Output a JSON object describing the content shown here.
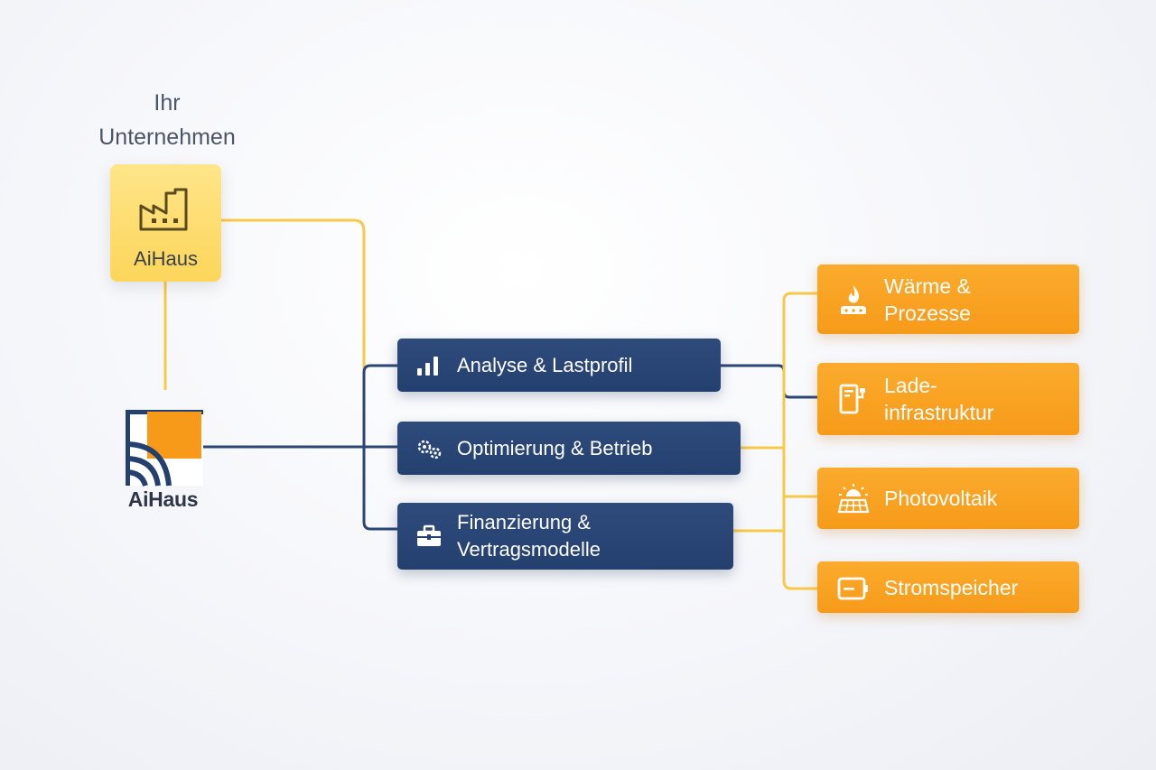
{
  "company": {
    "title_line1": "Ihr",
    "title_line2": "Unternehmen",
    "card_name": "AiHaus"
  },
  "provider": {
    "logo_name": "AiHaus"
  },
  "services": [
    {
      "label_line1": "Analyse & Lastprofil",
      "label_line2": "",
      "icon": "bar-chart-icon"
    },
    {
      "label_line1": "Optimierung & Betrieb",
      "label_line2": "",
      "icon": "gears-icon"
    },
    {
      "label_line1": "Finanzierung &",
      "label_line2": "Vertragsmodelle",
      "icon": "briefcase-icon"
    }
  ],
  "outcomes": [
    {
      "label_line1": "Wärme &",
      "label_line2": "Prozesse",
      "icon": "flame-burner-icon"
    },
    {
      "label_line1": "Lade-",
      "label_line2": "infrastruktur",
      "icon": "charging-station-icon"
    },
    {
      "label_line1": "Photovoltaik",
      "label_line2": "",
      "icon": "solar-panel-icon"
    },
    {
      "label_line1": "Stromspeicher",
      "label_line2": "",
      "icon": "battery-icon"
    }
  ],
  "colors": {
    "accent_yellow": "#f7c948",
    "card_yellow": "#fcd65a",
    "navy": "#2a4675",
    "orange": "#f89e1f",
    "text_dark": "#3b3f4a"
  }
}
